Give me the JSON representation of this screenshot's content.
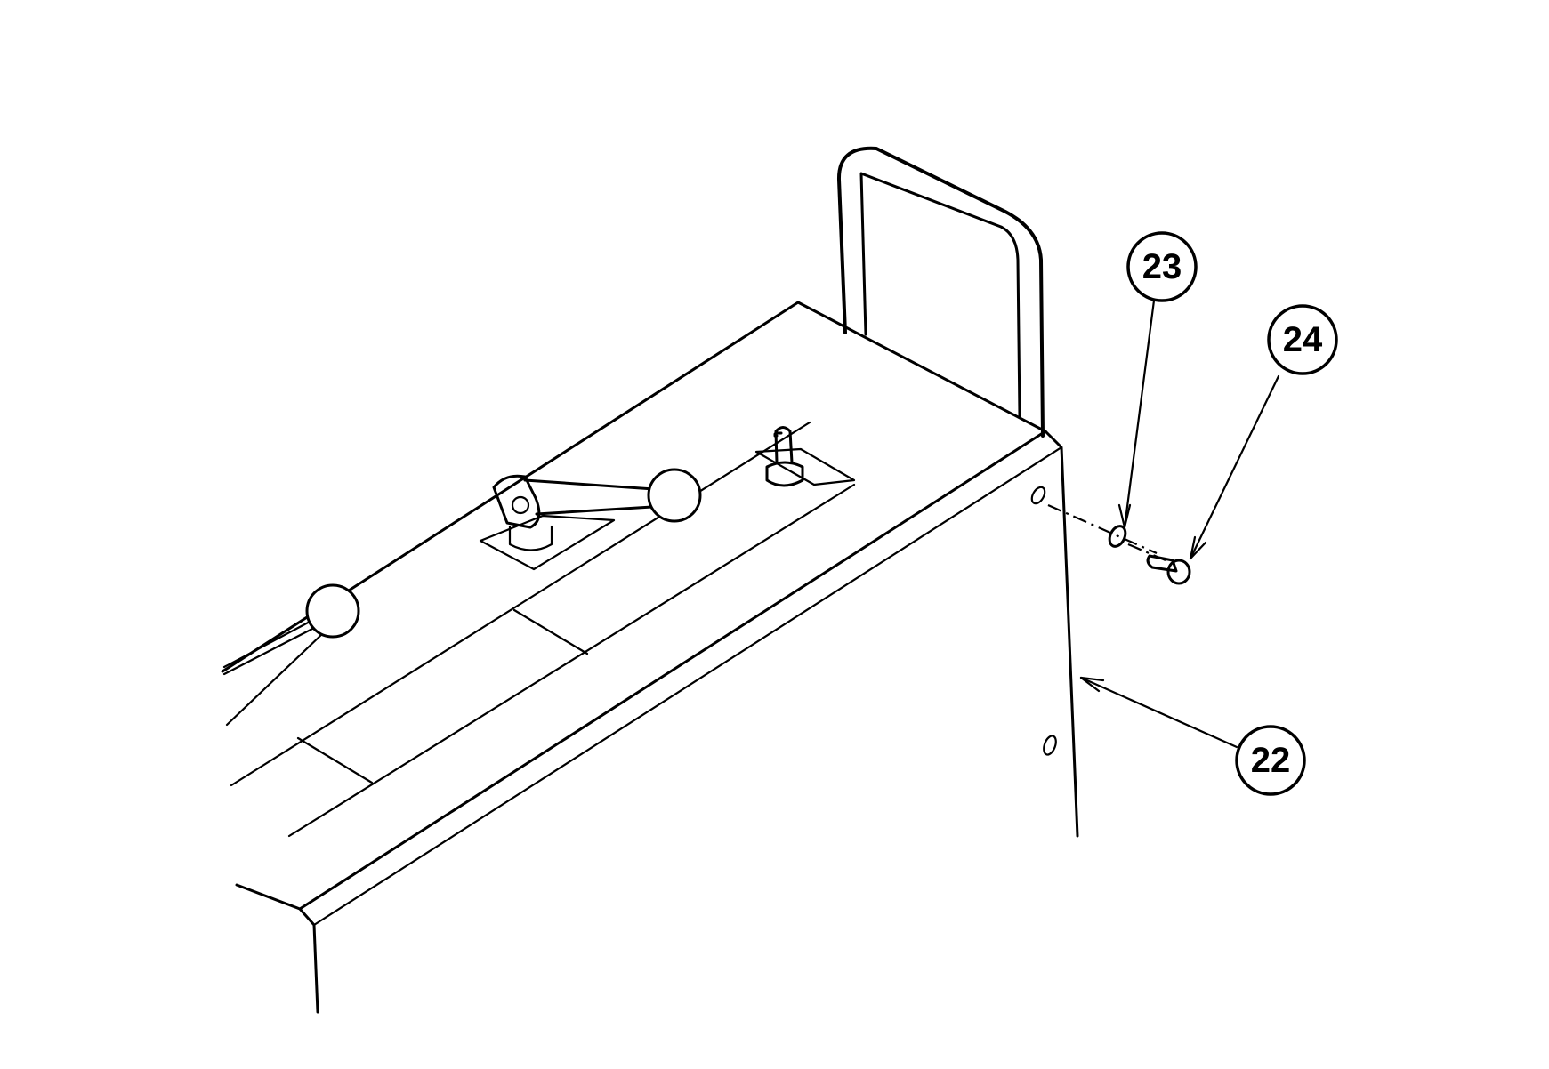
{
  "callouts": [
    {
      "id": "22",
      "label": "22"
    },
    {
      "id": "23",
      "label": "23"
    },
    {
      "id": "24",
      "label": "24"
    }
  ]
}
